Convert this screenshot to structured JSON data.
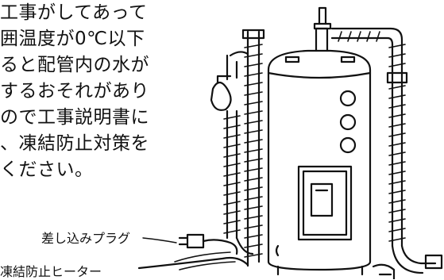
{
  "body_text": {
    "lines": [
      "工事がしてあって",
      "囲温度が0℃以下",
      "ると配管内の水が",
      "するおそれがあり",
      "ので工事説明書に",
      "、凍結防止対策を",
      "ください。"
    ]
  },
  "callouts": {
    "plug": "差し込みプラグ",
    "heater": "凍結防止ヒーター"
  },
  "illustration": {
    "subject": "electric-water-heater-with-freeze-protection-heater",
    "line_color": "#111111"
  }
}
